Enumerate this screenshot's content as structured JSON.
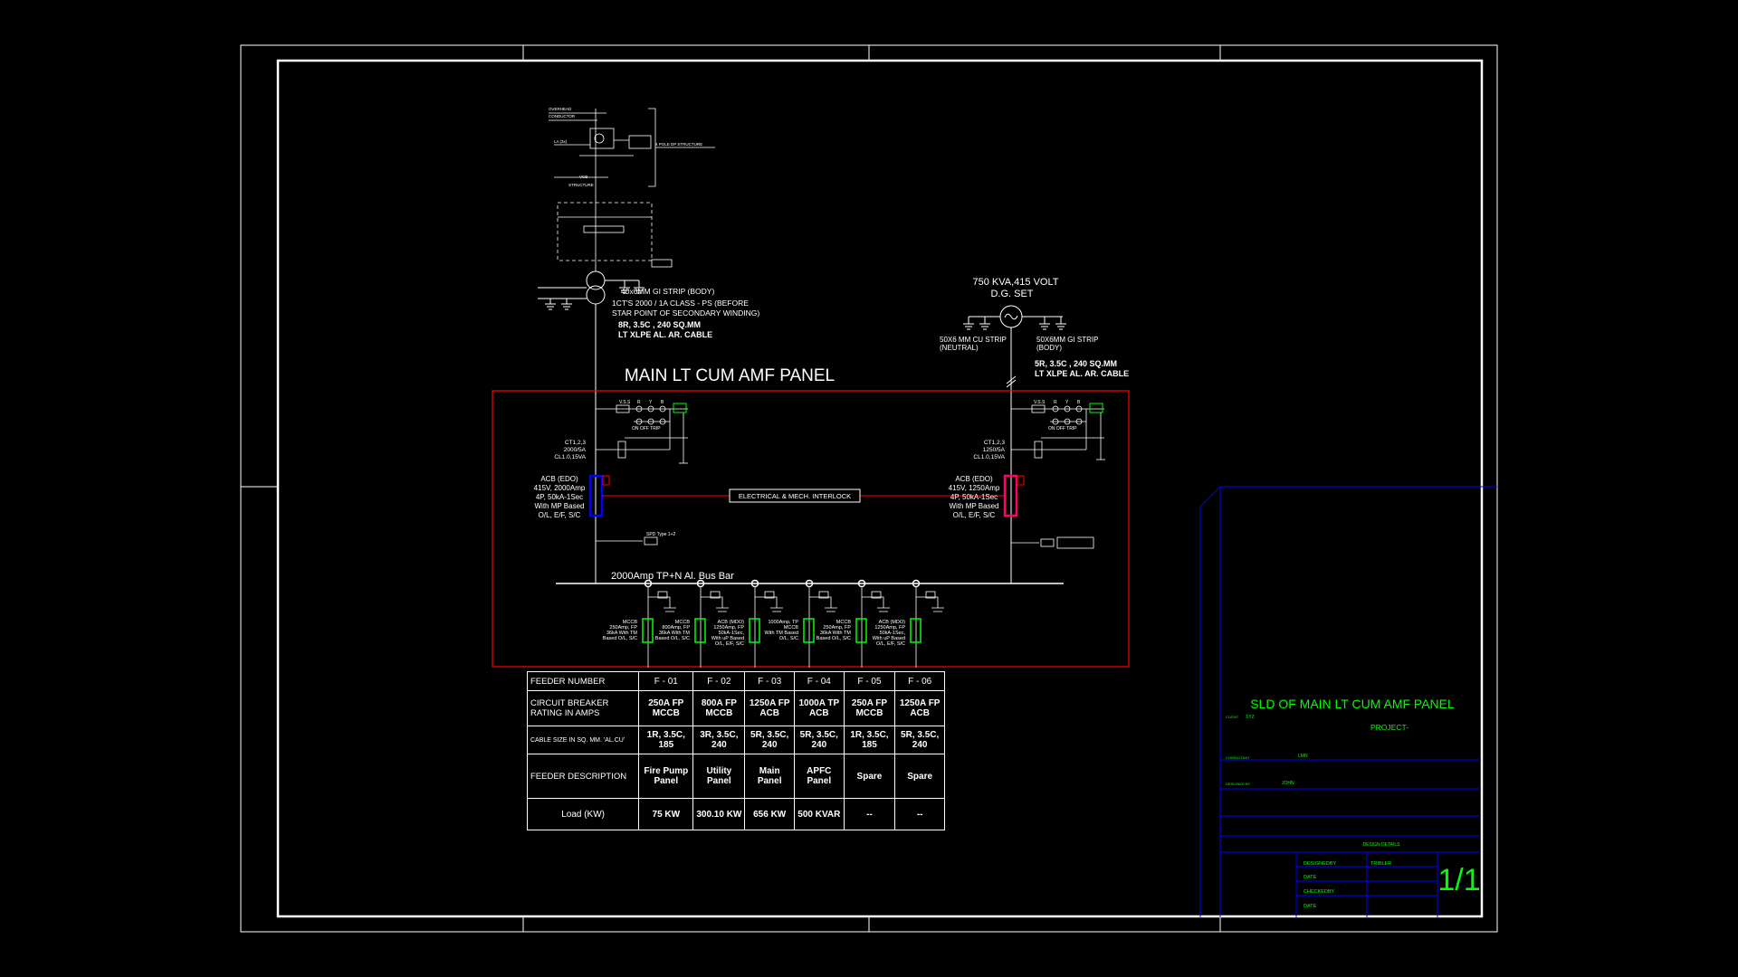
{
  "diagram": {
    "title": "MAIN LT CUM AMF PANEL",
    "source": {
      "gi_strip": "40x6MM GI STRIP (BODY)",
      "ct_line1": "1CT'S 2000 / 1A CLASS - PS (BEFORE",
      "ct_line2": "STAR POINT OF SECONDARY WINDING)",
      "cable1": "8R, 3.5C , 240 SQ.MM",
      "cable2": "LT XLPE AL. AR. CABLE"
    },
    "dg": {
      "rating": "750 KVA,415 VOLT",
      "name": "D.G. SET",
      "neutral1": "50X6 MM CU STRIP",
      "neutral2": "(NEUTRAL)",
      "body1": "50X6MM GI STRIP",
      "body2": "(BODY)",
      "cable1": "5R, 3.5C , 240 SQ.MM",
      "cable2": "LT XLPE AL. AR. CABLE"
    },
    "incomer_left": {
      "ct1": "CT1,2,3",
      "ct2": "2000/5A",
      "ct3": "CL1.0,15VA",
      "acb1": "ACB (EDO)",
      "acb2": "415V, 2000Amp",
      "acb3": "4P, 50kA-1Sec",
      "acb4": "With MP Based",
      "acb5": "O/L, E/F, S/C"
    },
    "incomer_right": {
      "ct1": "CT1,2,3",
      "ct2": "1250/5A",
      "ct3": "CL1.0,15VA",
      "acb1": "ACB (EDO)",
      "acb2": "415V, 1250Amp",
      "acb3": "4P, 50kA-1Sec",
      "acb4": "With MP Based",
      "acb5": "O/L, E/F, S/C"
    },
    "interlock": "ELECTRICAL & MECH. INTERLOCK",
    "busbar": "2000Amp TP+N Al. Bus Bar",
    "meter_labels": [
      "R",
      "Y",
      "B"
    ],
    "lamp_label": "ON OFF TRIP"
  },
  "feeders": {
    "rows": [
      {
        "label": "FEEDER NUMBER",
        "values": [
          "F - 01",
          "F - 02",
          "F - 03",
          "F - 04",
          "F - 05",
          "F - 06"
        ]
      },
      {
        "label": "CIRCUIT BREAKER RATING IN AMPS",
        "values": [
          "250A FP MCCB",
          "800A FP MCCB",
          "1250A FP ACB",
          "1000A TP ACB",
          "250A FP MCCB",
          "1250A FP ACB"
        ]
      },
      {
        "label": "CABLE SIZE IN SQ. MM. 'AL.CU'",
        "values": [
          "1R, 3.5C, 185",
          "3R, 3.5C, 240",
          "5R, 3.5C, 240",
          "5R, 3.5C, 240",
          "1R, 3.5C, 185",
          "5R, 3.5C, 240"
        ]
      },
      {
        "label": "FEEDER DESCRIPTION",
        "values": [
          "Fire Pump Panel",
          "Utility Panel",
          "Main Panel",
          "APFC Panel",
          "Spare",
          "Spare"
        ]
      },
      {
        "label": "Load  (KW)",
        "values": [
          "75  KW",
          "300.10  KW",
          "656  KW",
          "500  KVAR",
          "--",
          "--"
        ]
      }
    ]
  },
  "title_block": {
    "drawing_title": "SLD OF MAIN LT CUM AMF PANEL",
    "project": "PROJECT-",
    "sheet": "1/1",
    "design_details": "DESIGN DETAILS",
    "designed_by": "DESIGNEDBY",
    "checked_by": "CHECKEDBY",
    "date": "DATE",
    "client_label": "CLIENT",
    "client_value": "XYZ",
    "consultant_label": "CONSULTANT",
    "consultant_value": "LMN",
    "designer_label": "DESIGNED BY",
    "designer_value": "JOHN",
    "prepared_value": "TRIBLER"
  },
  "colors": {
    "panel_border": "#ff0000",
    "frame": "#ffffff",
    "title_block_text": "#00ff00",
    "title_block_lines": "#0000ff",
    "acb_left": "#0000ff",
    "acb_right": "#ff0066",
    "feeder_breaker": "#00ff00"
  }
}
